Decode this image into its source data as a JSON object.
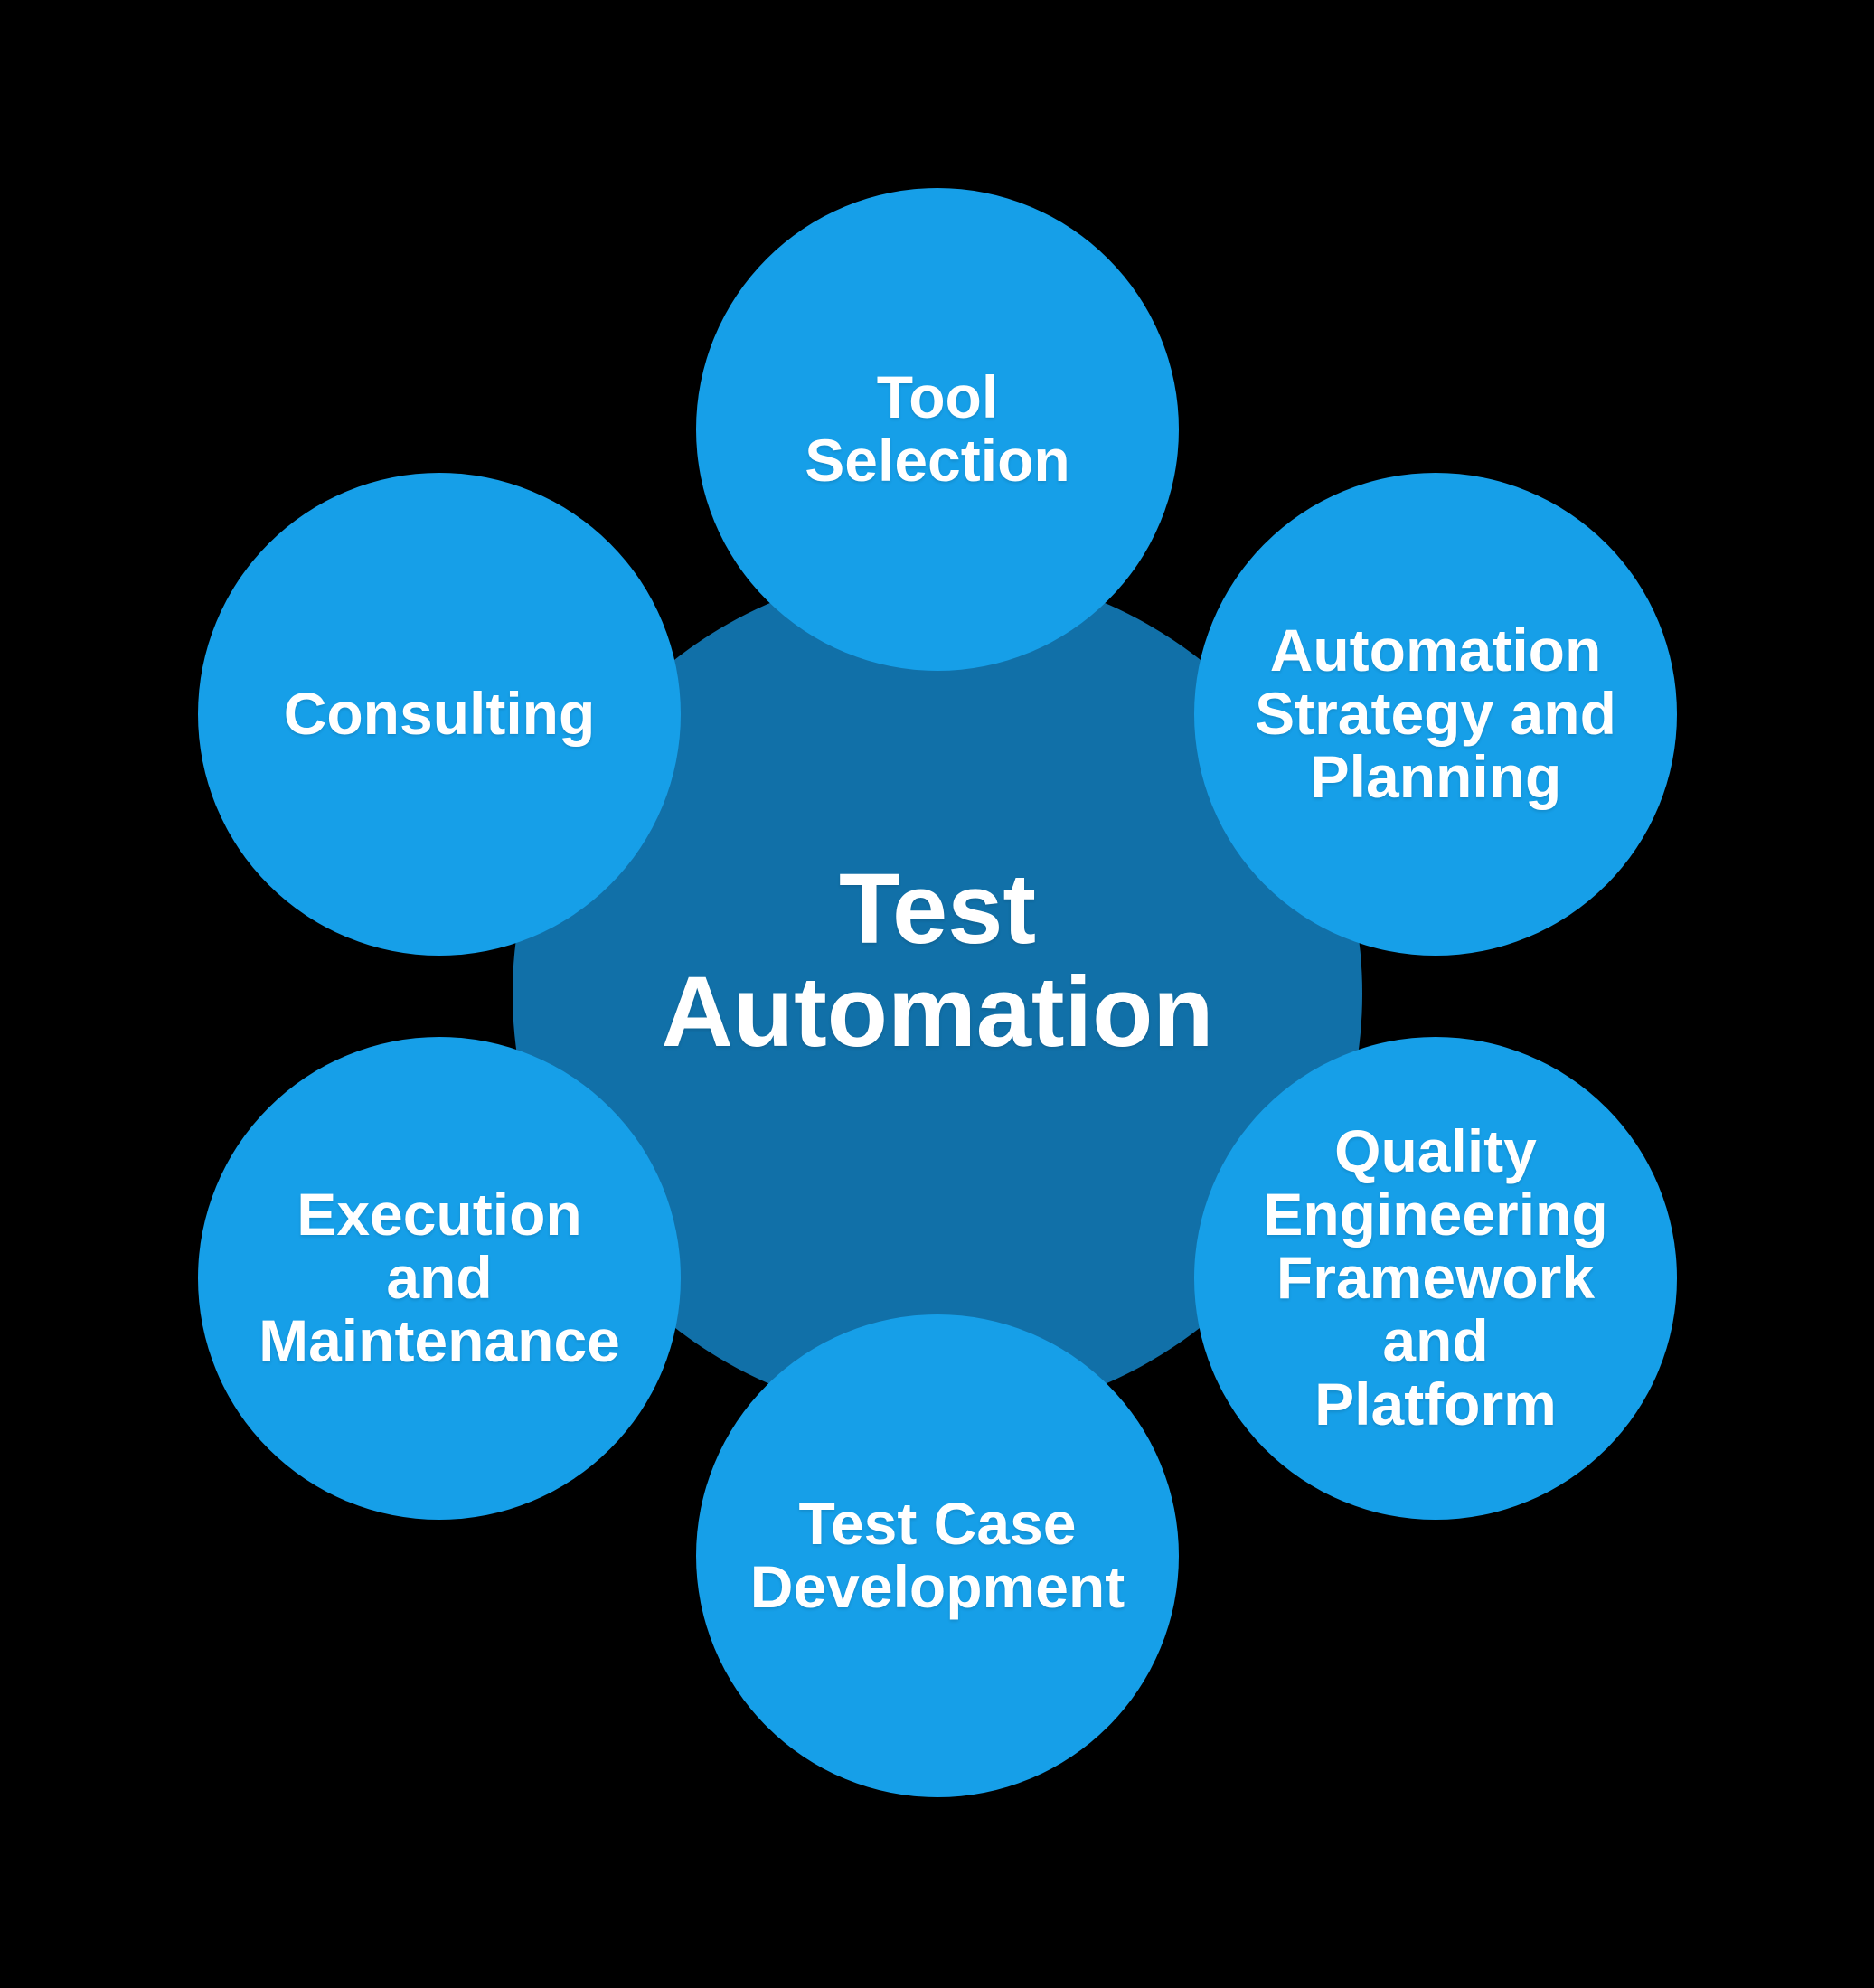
{
  "diagram": {
    "type": "hub-and-spoke",
    "center": {
      "label": "Test\nAutomation"
    },
    "nodes": [
      {
        "id": "tool-selection",
        "position": "top",
        "label": "Tool\nSelection"
      },
      {
        "id": "automation-strategy-and-planning",
        "position": "upper-right",
        "label": "Automation\nStrategy and\nPlanning"
      },
      {
        "id": "quality-engineering-framework-and-platform",
        "position": "lower-right",
        "label": "Quality\nEngineering\nFramework\nand\nPlatform"
      },
      {
        "id": "test-case-development",
        "position": "bottom",
        "label": "Test Case\nDevelopment"
      },
      {
        "id": "execution-and-maintenance",
        "position": "lower-left",
        "label": "Execution\nand\nMaintenance"
      },
      {
        "id": "consulting",
        "position": "upper-left",
        "label": "Consulting"
      }
    ],
    "colors": {
      "background": "#000000",
      "center_circle": "#1170A8",
      "node_circle": "#169FE8",
      "text": "#FFFFFF"
    }
  }
}
